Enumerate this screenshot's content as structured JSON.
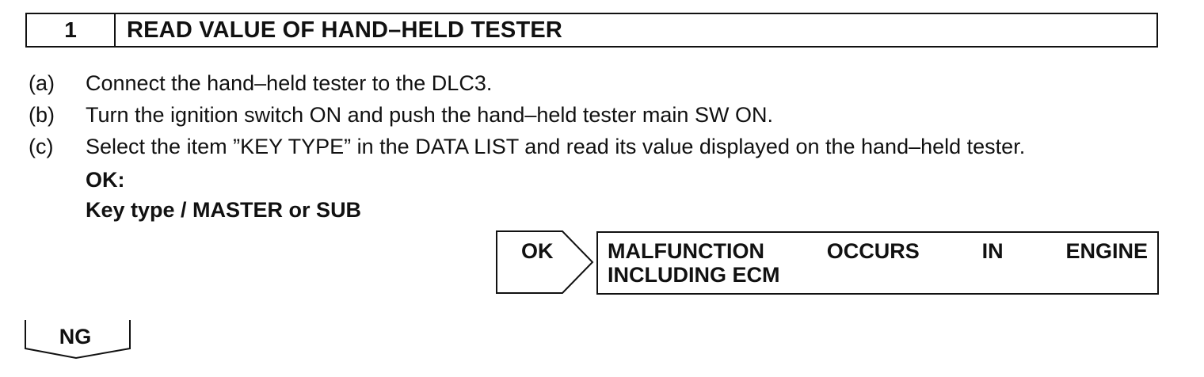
{
  "step": {
    "number": "1",
    "title": "READ VALUE OF HAND–HELD TESTER"
  },
  "instructions": [
    {
      "marker": "(a)",
      "text": "Connect the hand–held tester to the DLC3."
    },
    {
      "marker": "(b)",
      "text": "Turn the ignition switch ON and push the hand–held tester main SW ON."
    },
    {
      "marker": "(c)",
      "text": "Select the item ”KEY TYPE” in the DATA LIST and read its value displayed on the hand–held tester."
    }
  ],
  "ok_heading": "OK:",
  "ok_condition": "Key type / MASTER or SUB",
  "branch_ok": {
    "label": "OK",
    "result_words": [
      "MALFUNCTION",
      "OCCURS",
      "IN",
      "ENGINE"
    ],
    "result_line2": "INCLUDING ECM"
  },
  "branch_ng": {
    "label": "NG"
  }
}
